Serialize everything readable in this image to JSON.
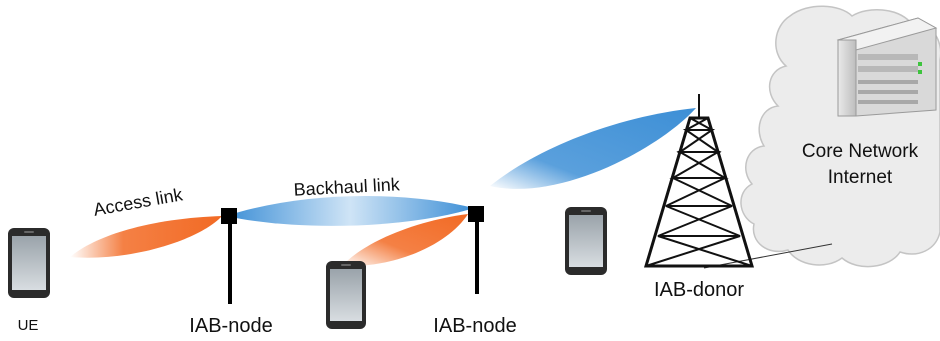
{
  "labels": {
    "ue": "UE",
    "access_link": "Access link",
    "backhaul_link": "Backhaul link",
    "iab_node_1": "IAB-node",
    "iab_node_2": "IAB-node",
    "iab_donor": "IAB-donor",
    "core_network": "Core Network",
    "internet": "Internet"
  },
  "colors": {
    "access_beam": "#f26a24",
    "backhaul_beam": "#3d8fd6",
    "cloud_fill": "#ececec",
    "phone_body": "#2b2b2b",
    "server_body": "#c9c9c9",
    "server_led": "#3ec43e"
  }
}
